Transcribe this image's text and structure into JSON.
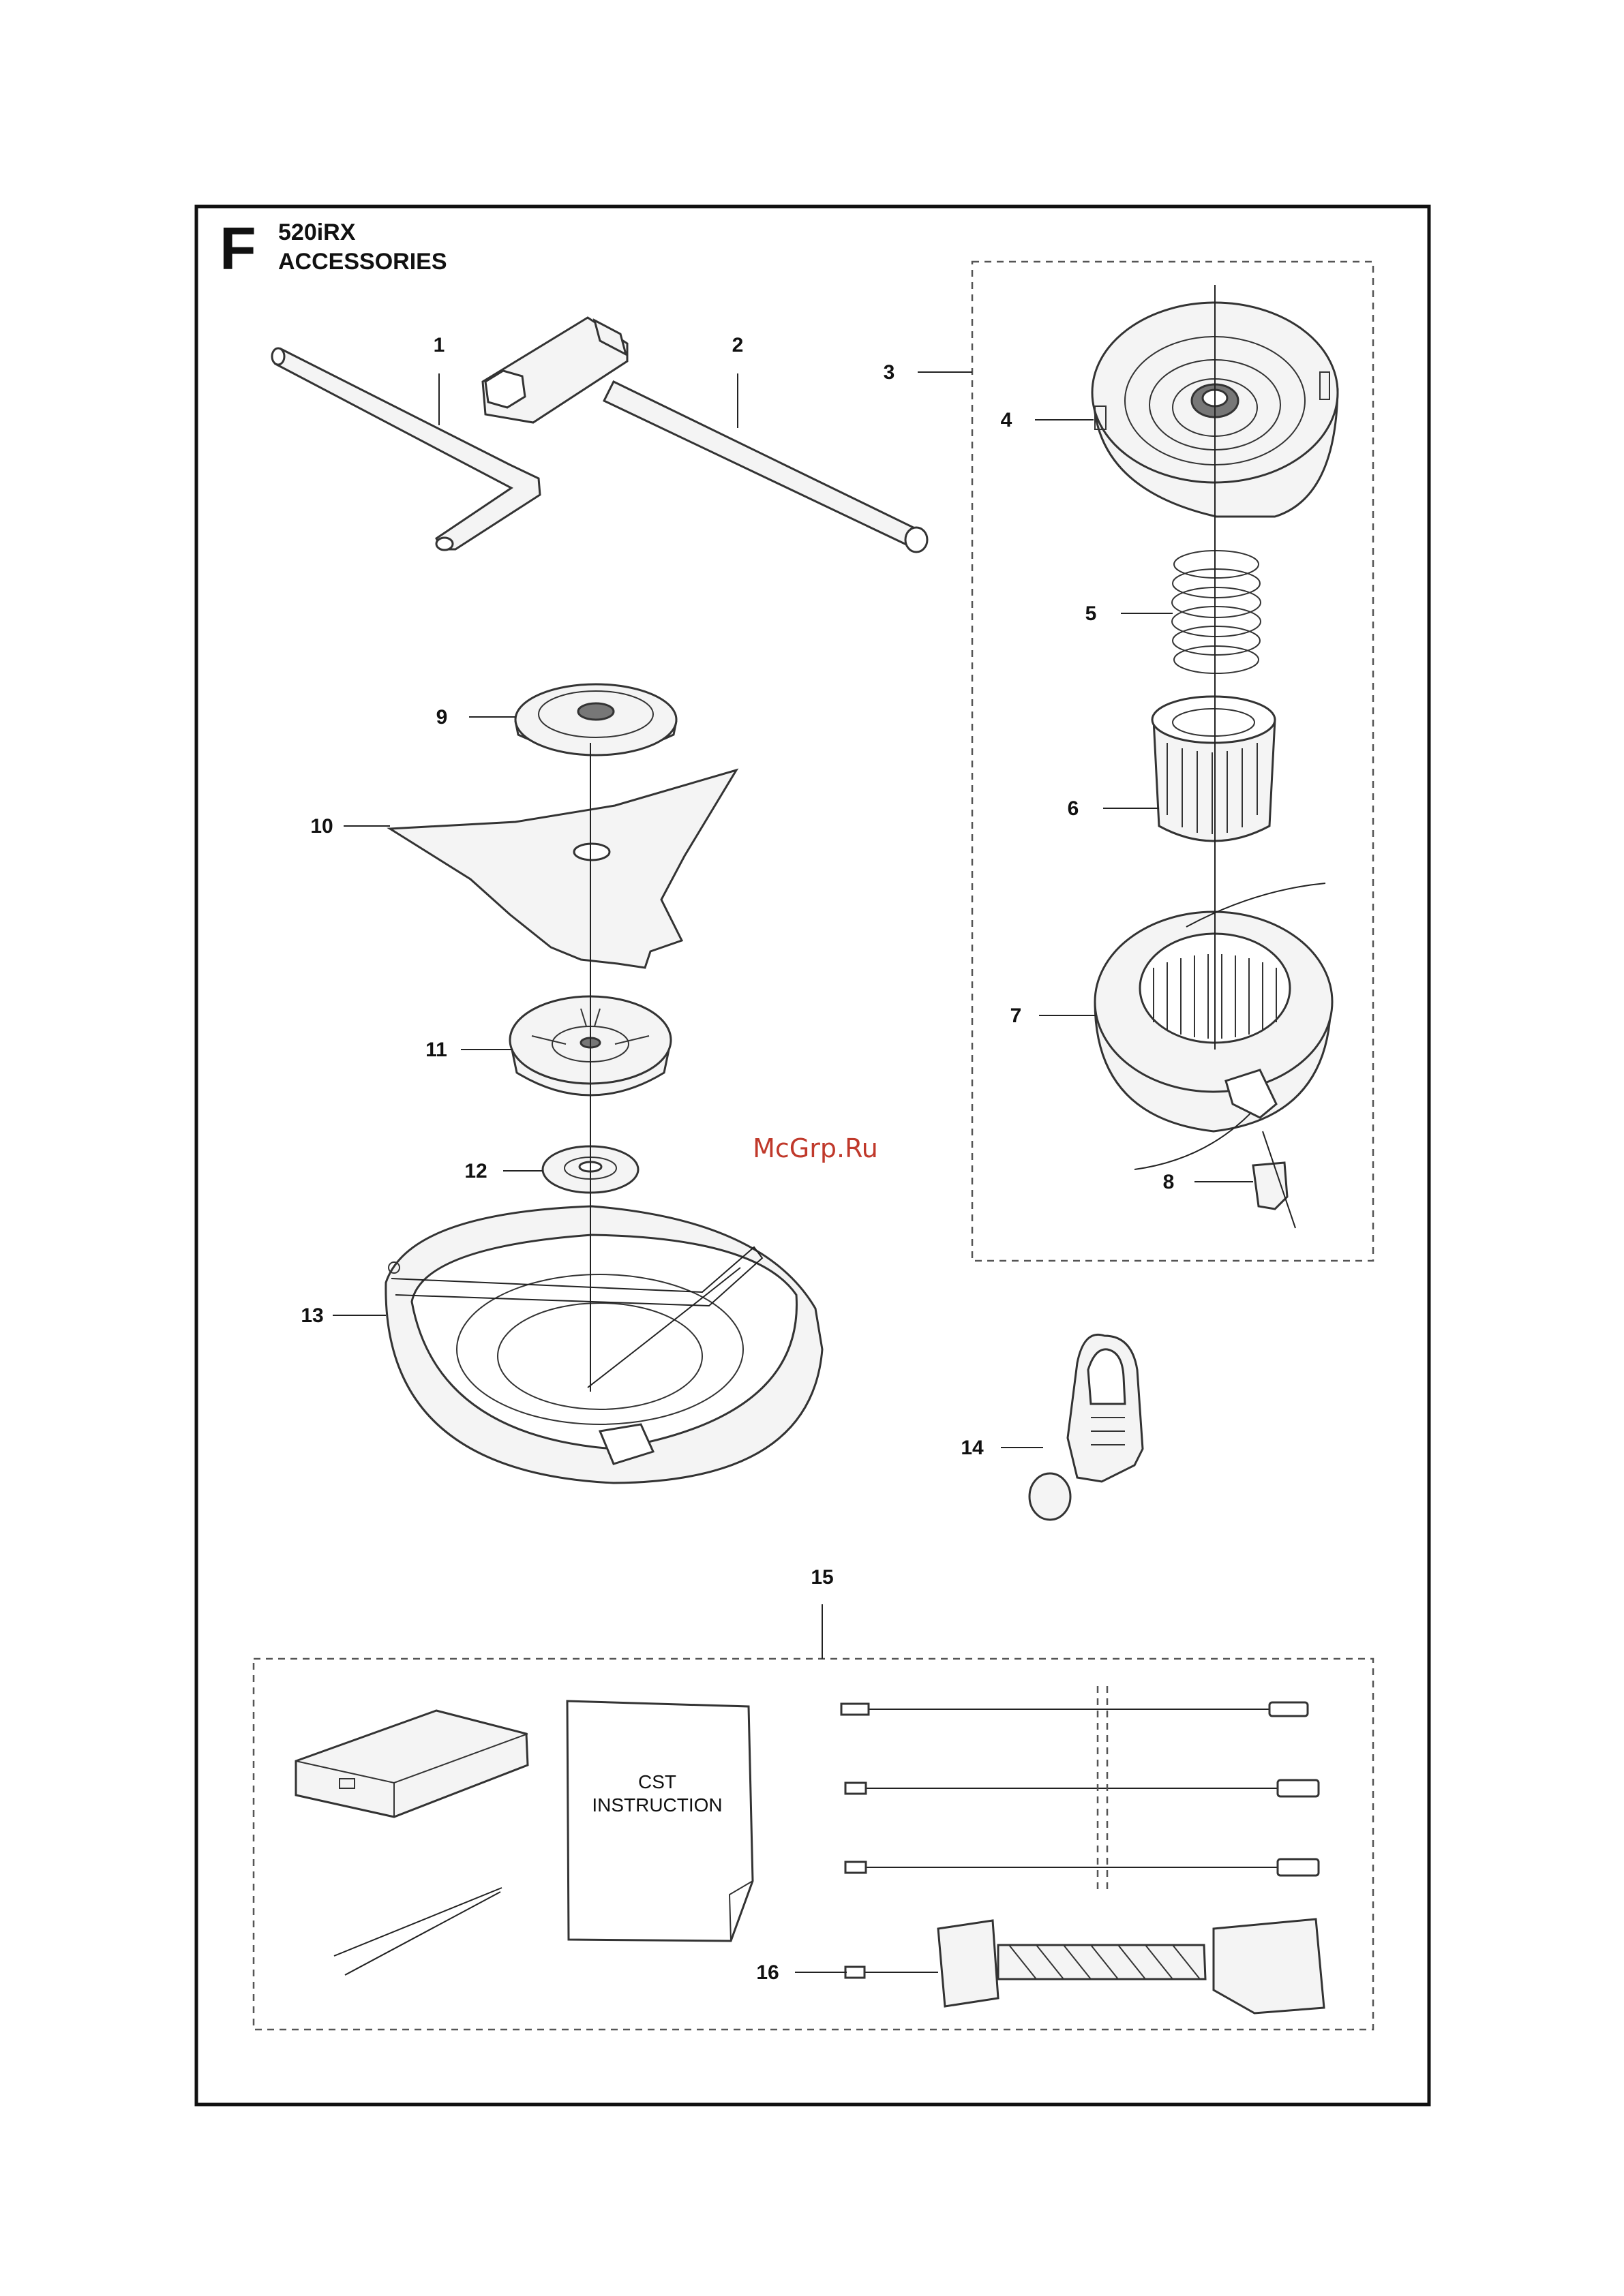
{
  "section_letter": "F",
  "model": "520iRX",
  "section_title": "ACCESSORIES",
  "watermark": "McGrp.Ru",
  "manual_text": [
    "CST",
    "INSTRUCTION"
  ],
  "callouts": [
    "1",
    "2",
    "3",
    "4",
    "5",
    "6",
    "7",
    "8",
    "9",
    "10",
    "11",
    "12",
    "13",
    "14",
    "15",
    "16"
  ]
}
